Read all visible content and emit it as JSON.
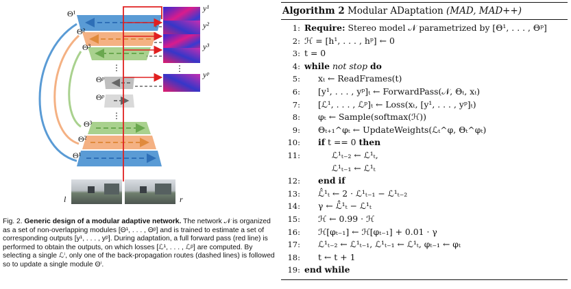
{
  "figure": {
    "module_labels_top": [
      "Θ¹",
      "Θ²",
      "Θ³",
      "Θᵖ"
    ],
    "module_labels_bottom": [
      "Θᵖ",
      "Θ³",
      "Θ²",
      "Θ¹"
    ],
    "output_labels": [
      "y¹",
      "y²",
      "y³",
      "yᵖ"
    ],
    "image_labels": {
      "left": "l",
      "right": "r"
    },
    "colors": {
      "level1": "#5a9bd5",
      "level2": "#f4b183",
      "level3": "#a9d18e",
      "levelp": "#bfbfbf",
      "forward_pass": "#e02020"
    }
  },
  "caption": {
    "fig_no": "Fig. 2.",
    "bold": "Generic design of a modular adaptive network.",
    "text": "The network 𝒩 is organized as a set of non-overlapping modules [Θ¹, . . . , Θᵖ] and is trained to estimate a set of corresponding outputs [y¹, . . . , yᵖ]. During adaptation, a full forward pass (red line) is performed to obtain the outputs, on which losses [ℒ¹, . . . , ℒᵖ] are computed. By selecting a single ℒⁱ, only one of the back-propagation routes (dashed lines) is followed so to update a single module Θⁱ."
  },
  "algorithm": {
    "title_kw": "Algorithm 2",
    "title_name": "Modular ADaptation",
    "title_variants": "(MAD, MAD++)",
    "lines": [
      {
        "n": "1:",
        "indent": 0,
        "text": "Require: Stereo model 𝒩 parametrized by [Θ¹, . . . , Θᵖ]"
      },
      {
        "n": "2:",
        "indent": 0,
        "text": "ℋ = [h¹, . . . , hᵖ] ← 0"
      },
      {
        "n": "3:",
        "indent": 0,
        "text": "t = 0"
      },
      {
        "n": "4:",
        "indent": 0,
        "text": "while not stop do"
      },
      {
        "n": "5:",
        "indent": 1,
        "text": "xₜ ← ReadFrames(t)"
      },
      {
        "n": "6:",
        "indent": 1,
        "text": "[y¹, . . . , yᵖ]ₜ ← ForwardPass(𝒩, Θₜ, xₜ)"
      },
      {
        "n": "7:",
        "indent": 1,
        "text": "[ℒ¹, . . . , ℒᵖ]ₜ ← Loss(xₜ, [y¹, . . . , yᵖ]ₜ)"
      },
      {
        "n": "8:",
        "indent": 1,
        "text": "φₜ ← Sample(softmax(ℋ))"
      },
      {
        "n": "9:",
        "indent": 1,
        "text": "Θₜ₊₁^φₜ ← UpdateWeights(ℒₜ^φ, Θₜ^φₜ)"
      },
      {
        "n": "10:",
        "indent": 1,
        "text": "if t == 0 then"
      },
      {
        "n": "11:",
        "indent": 2,
        "text": "ℒ¹ₜ₋₂ ← ℒ¹ₜ,"
      },
      {
        "n": "",
        "indent": 2,
        "text": "ℒ¹ₜ₋₁ ← ℒ¹ₜ"
      },
      {
        "n": "12:",
        "indent": 1,
        "text": "end if"
      },
      {
        "n": "13:",
        "indent": 1,
        "text": "ℒ̂¹ₜ ← 2 · ℒ¹ₜ₋₁ − ℒ¹ₜ₋₂"
      },
      {
        "n": "14:",
        "indent": 1,
        "text": "γ ← ℒ̂¹ₜ − ℒ¹ₜ"
      },
      {
        "n": "15:",
        "indent": 1,
        "text": "ℋ ← 0.99 · ℋ"
      },
      {
        "n": "16:",
        "indent": 1,
        "text": "ℋ[φₜ₋₁] ← ℋ[φₜ₋₁] + 0.01 · γ"
      },
      {
        "n": "17:",
        "indent": 1,
        "text": "ℒ¹ₜ₋₂ ← ℒ¹ₜ₋₁, ℒ¹ₜ₋₁ ← ℒ¹ₜ, φₜ₋₁ ← φₜ"
      },
      {
        "n": "18:",
        "indent": 1,
        "text": "t ← t + 1"
      },
      {
        "n": "19:",
        "indent": 0,
        "text": "end while"
      }
    ]
  }
}
